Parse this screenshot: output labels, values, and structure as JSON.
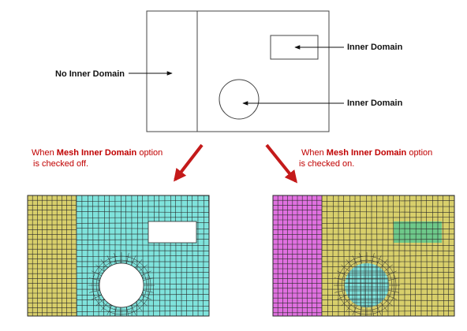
{
  "colors": {
    "mesh_yellow": "#d8cf6b",
    "mesh_cyan": "#7fe3dc",
    "mesh_magenta": "#e070e0",
    "mesh_green": "#6ec98a",
    "mesh_line": "#2a2a2a",
    "arrow_red": "#c41a1a",
    "note_red": "#c00000"
  },
  "diagram": {
    "labels": {
      "no_inner_domain": "No Inner Domain",
      "inner_domain_rect": "Inner Domain",
      "inner_domain_circle": "Inner Domain"
    }
  },
  "notes": {
    "left": {
      "prefix": "When ",
      "bold": "Mesh Inner Domain",
      "suffix": " option",
      "line2": "is checked off."
    },
    "right": {
      "prefix": "When ",
      "bold": "Mesh Inner Domain",
      "suffix": " option",
      "line2": "is checked on."
    }
  }
}
